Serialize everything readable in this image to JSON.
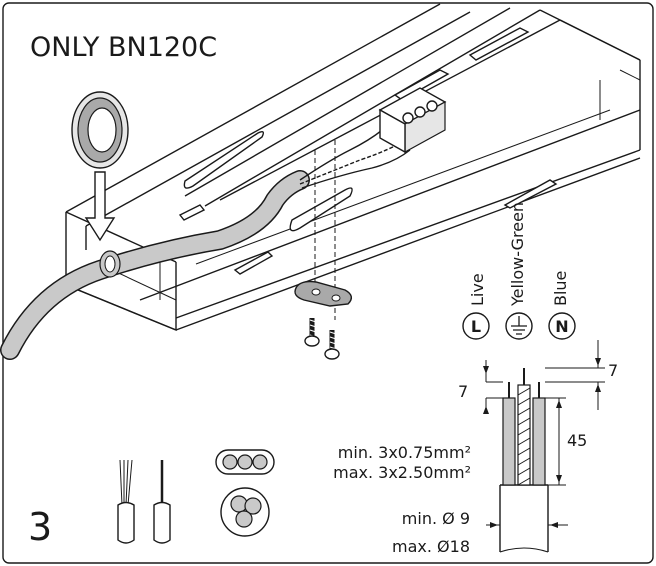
{
  "title": "ONLY BN120C",
  "step_number": "3",
  "wires": {
    "live": {
      "label": "Live",
      "symbol": "L"
    },
    "earth": {
      "label": "Yellow-Green"
    },
    "neutral": {
      "label": "Blue",
      "symbol": "N"
    }
  },
  "dimensions": {
    "strip_left": "7",
    "strip_right": "7",
    "sheath_strip": "45"
  },
  "cable_spec": {
    "min_cross_section": "min. 3x0.75mm²",
    "max_cross_section": "max. 3x2.50mm²",
    "min_diameter": "min. Ø 9",
    "max_diameter": "max. Ø18"
  },
  "colors": {
    "line": "#1a1a1a",
    "cable_gray": "#c9c9c9",
    "light_gray": "#e6e6e6",
    "background": "#ffffff"
  }
}
